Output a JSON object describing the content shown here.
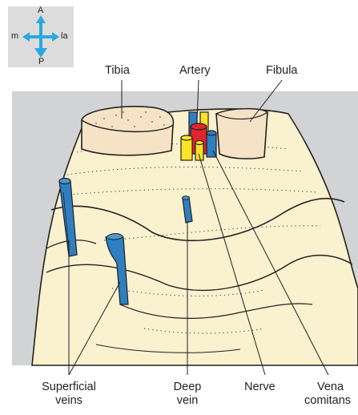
{
  "orientation": {
    "anterior": "A",
    "posterior": "P",
    "medial": "m",
    "lateral": "la",
    "arrow_color": "#29a9e1"
  },
  "labels": {
    "tibia": "Tibia",
    "artery": "Artery",
    "fibula": "Fibula",
    "superficial_veins_line1": "Superficial",
    "superficial_veins_line2": "veins",
    "deep_vein_line1": "Deep",
    "deep_vein_line2": "vein",
    "nerve": "Nerve",
    "vena_comitans_line1": "Vena",
    "vena_comitans_line2": "comitans"
  },
  "colors": {
    "panel_background": "#d1d3d4",
    "skin": "#faf1cf",
    "bone": "#f6e3c6",
    "vessel_blue": "#2e7fc0",
    "artery_red": "#e0262c",
    "nerve_yellow": "#fbe426"
  }
}
